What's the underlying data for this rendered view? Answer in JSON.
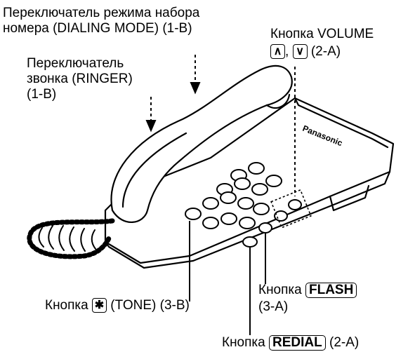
{
  "labels": {
    "dialing_mode_line1": "Переключатель режима набора",
    "dialing_mode_line2": "номера (DIALING MODE) (1-B)",
    "ringer_line1": "Переключатель",
    "ringer_line2": "звонка (RINGER)",
    "ringer_line3": "(1-B)",
    "volume_prefix": "Кнопка VOLUME",
    "volume_ref": "(2-A)",
    "volume_sep": ",",
    "tone_prefix": "Кнопка",
    "tone_key": "✱",
    "tone_suffix": "(TONE) (3-B)",
    "flash_prefix": "Кнопка",
    "flash_key": "FLASH",
    "flash_ref": "(3-A)",
    "redial_prefix": "Кнопка",
    "redial_key": "REDIAL",
    "redial_ref": "(2-A)"
  },
  "phone": {
    "brand": "Panasonic"
  }
}
